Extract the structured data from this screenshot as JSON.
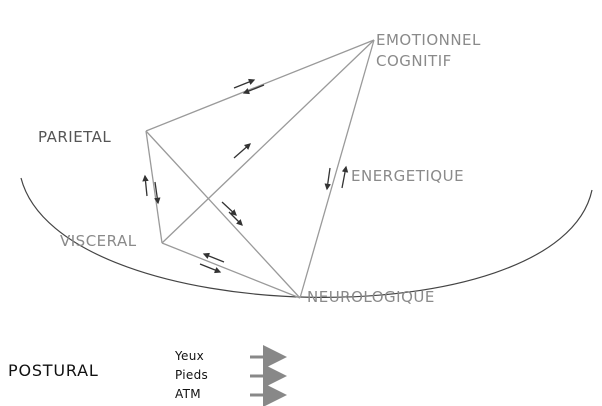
{
  "labels": {
    "emotionnel": "EMOTIONNEL",
    "cognitif": "COGNITIF",
    "parietal": "PARIETAL",
    "energetique": "ENERGETIQUE",
    "visceral": "VISCERAL",
    "neurologique": "NEUROLOGIQUE",
    "postural": "POSTURAL"
  },
  "inputs": [
    "Yeux",
    "Pieds",
    "ATM"
  ],
  "colors": {
    "line": "#9a9a9a",
    "arrow": "#333333",
    "curve": "#444444",
    "hollow_arrow": "#888888"
  }
}
